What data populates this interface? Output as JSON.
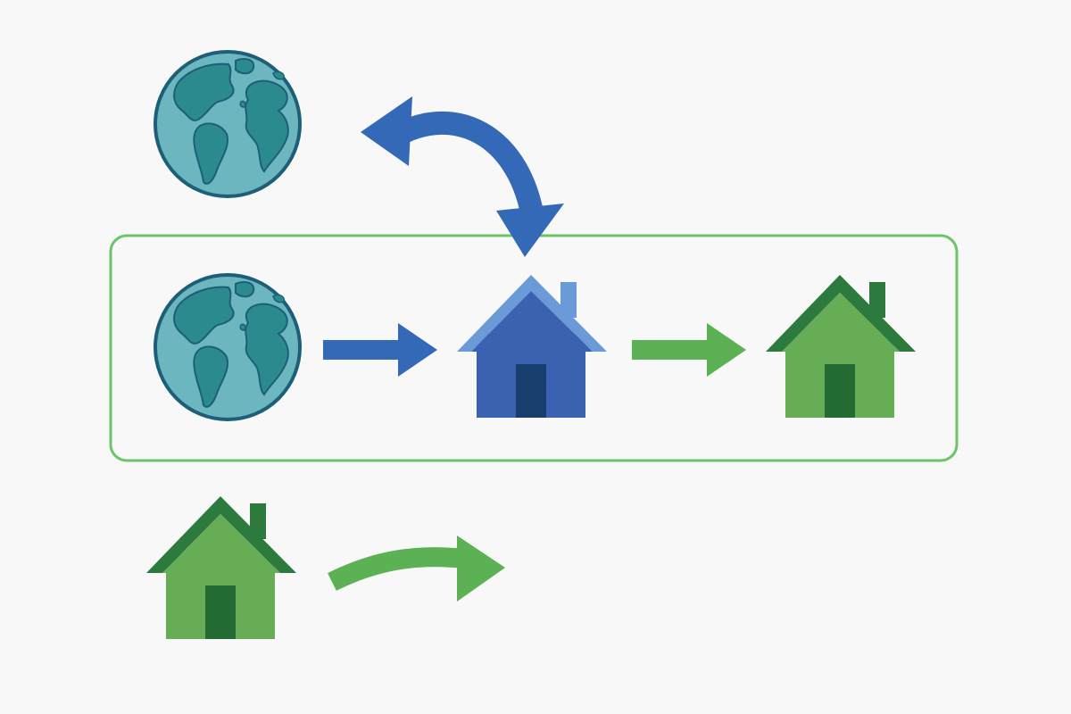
{
  "diagram": {
    "nodes": [
      {
        "id": "globe-top",
        "icon": "globe-icon"
      },
      {
        "id": "globe-middle",
        "icon": "globe-icon"
      },
      {
        "id": "house-blue-middle",
        "icon": "house-icon"
      },
      {
        "id": "house-green-middle",
        "icon": "house-icon"
      },
      {
        "id": "house-green-bottom",
        "icon": "house-icon"
      }
    ],
    "edges": [
      {
        "from": "house-blue-middle",
        "to": "globe-top",
        "style": "curved double-headed arrow",
        "color": "blue"
      },
      {
        "from": "globe-middle",
        "to": "house-blue-middle",
        "style": "straight arrow",
        "color": "blue"
      },
      {
        "from": "house-blue-middle",
        "to": "house-green-middle",
        "style": "straight arrow",
        "color": "green"
      },
      {
        "from": "house-green-bottom",
        "to": "",
        "style": "curved arrow",
        "color": "green"
      }
    ],
    "group": {
      "name": "highlighted-row",
      "border_color": "#6cc46a"
    }
  },
  "colors": {
    "background": "#f7f8f7",
    "globe_ocean": "#6cb6bf",
    "globe_land": "#2b8a8e",
    "globe_outline": "#1d5f78",
    "blue_arrow": "#3469b8",
    "blue_house_body": "#3a62b0",
    "blue_house_roof": "#6a9ad8",
    "blue_house_door": "#183e6e",
    "green_arrow": "#5bb153",
    "green_house_body": "#66ad56",
    "green_house_roof": "#2c7a3e",
    "green_house_door": "#236b33",
    "group_border": "#6cc46a"
  }
}
